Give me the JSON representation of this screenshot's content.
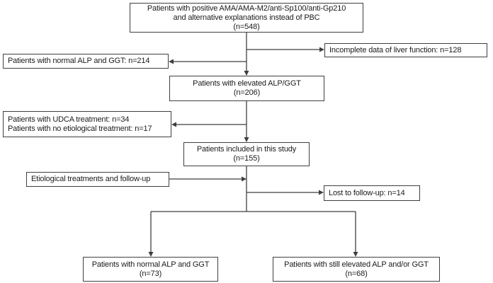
{
  "colors": {
    "background": "#ffffff",
    "line": "#3f3f3f",
    "text": "#1b1b1b"
  },
  "boxes": {
    "initial": {
      "lines": [
        "Patients with positive AMA/AMA-M2/anti-Sp100/anti-Gp210",
        "and alternative explanations instead of PBC",
        "(n=548)"
      ]
    },
    "incomplete_data": {
      "text": "Incomplete data of liver function: n=128"
    },
    "normal_alp_ggt_excluded": {
      "text": "Patients with normal ALP and GGT: n=214"
    },
    "elevated_alp_ggt": {
      "lines": [
        "Patients with elevated ALP/GGT",
        "(n=206)"
      ]
    },
    "treatment_excluded": {
      "lines": [
        "Patients with UDCA treatment: n=34",
        "Patients with no etiological treatment: n=17"
      ]
    },
    "included": {
      "lines": [
        "Patients included in this study",
        "(n=155)"
      ]
    },
    "etiological_followup": {
      "text": "Etiological treatments and follow-up"
    },
    "lost_followup": {
      "text": "Lost to follow-up: n=14"
    },
    "outcome_normal": {
      "lines": [
        "Patients with normal ALP and GGT",
        "(n=73)"
      ]
    },
    "outcome_elevated": {
      "lines": [
        "Patients with still elevated ALP and/or GGT",
        "(n=68)"
      ]
    }
  }
}
